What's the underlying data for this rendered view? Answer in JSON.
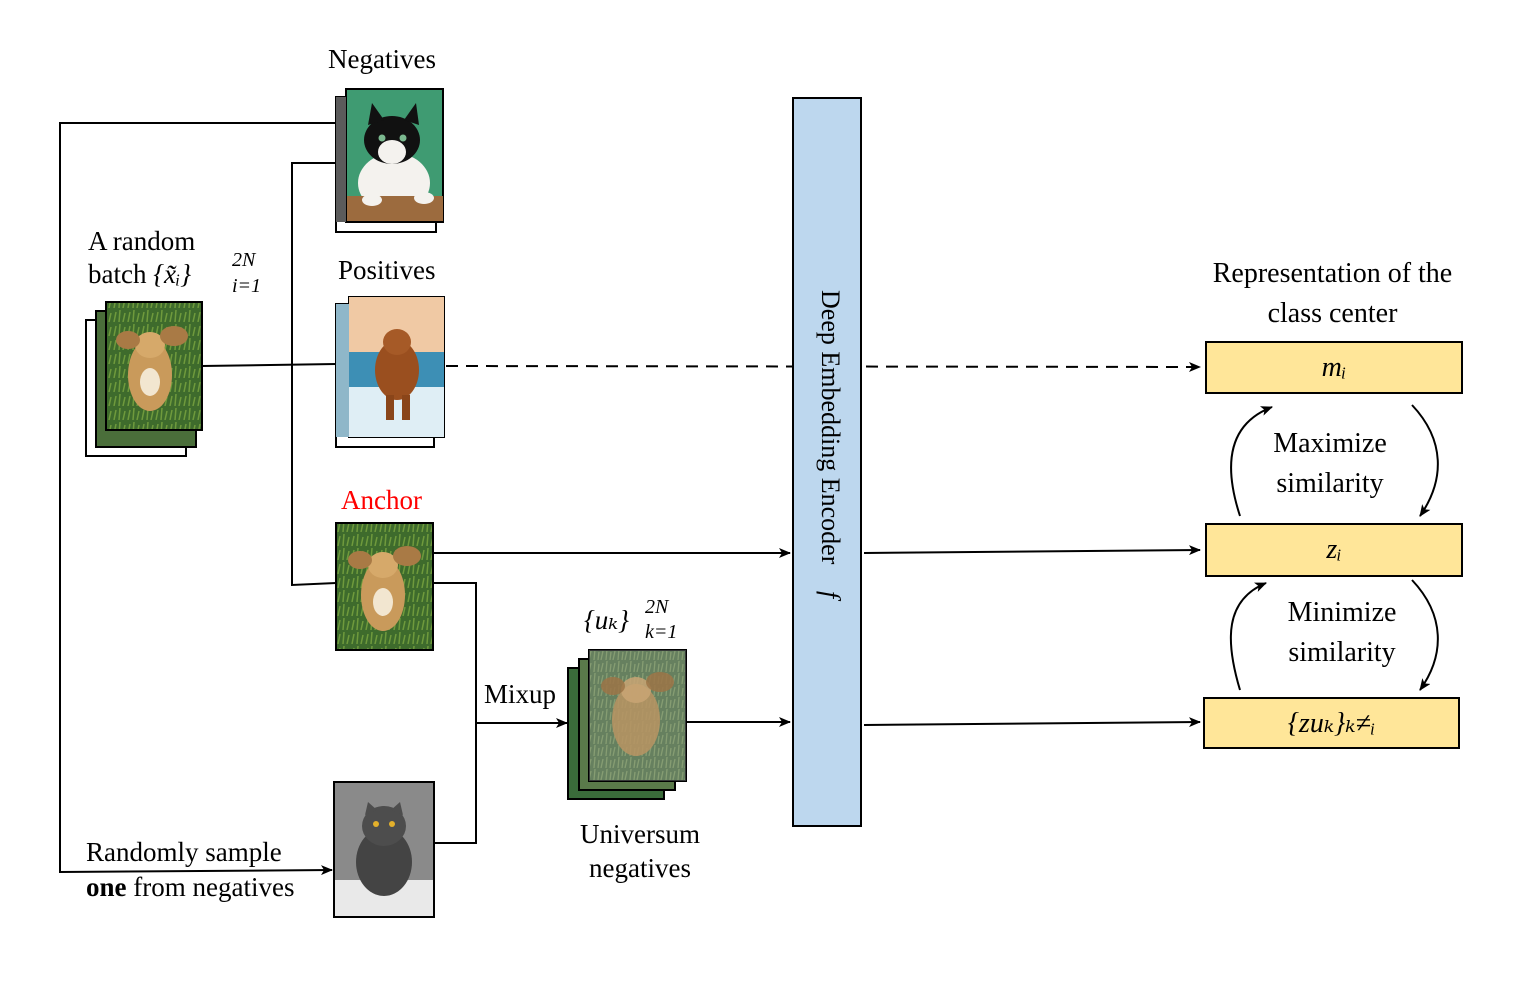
{
  "labels": {
    "negatives": "Negatives",
    "positives": "Positives",
    "anchor": "Anchor",
    "random_batch_line1": "A random",
    "random_batch_line2": "batch",
    "random_batch_set": "{x̃ᵢ}",
    "random_batch_sup": "2N",
    "random_batch_sub": "i=1",
    "mixup": "Mixup",
    "universum_set": "{uₖ}",
    "universum_sup": "2N",
    "universum_sub": "k=1",
    "universum_line1": "Universum",
    "universum_line2": "negatives",
    "sample_line1": "Randomly sample",
    "sample_bold": "one",
    "sample_rest": "from negatives",
    "encoder": "Deep Embedding Encoder",
    "encoder_symbol": "f",
    "class_center_line1": "Representation of the",
    "class_center_line2": "class center",
    "maximize_line1": "Maximize",
    "maximize_line2": "similarity",
    "minimize_line1": "Minimize",
    "minimize_line2": "similarity"
  },
  "outputs": {
    "m_i": "mᵢ",
    "z_i": "zᵢ",
    "zu_k": "{zuₖ}ₖ≠ᵢ"
  },
  "colors": {
    "encoder_fill": "#bdd7ee",
    "output_fill": "#ffe699",
    "anchor_text": "#ff0000"
  },
  "images": [
    {
      "name": "negatives-cat-image",
      "depicts": "black and white cat on green background"
    },
    {
      "name": "positives-dog-image",
      "depicts": "dog running at beach"
    },
    {
      "name": "anchor-dog-image",
      "depicts": "dog lying on grass"
    },
    {
      "name": "random-batch-image",
      "depicts": "dog lying on grass"
    },
    {
      "name": "universum-mixup-image",
      "depicts": "dog mixed with cat"
    },
    {
      "name": "sampled-negative-cat-image",
      "depicts": "grey cat"
    }
  ]
}
